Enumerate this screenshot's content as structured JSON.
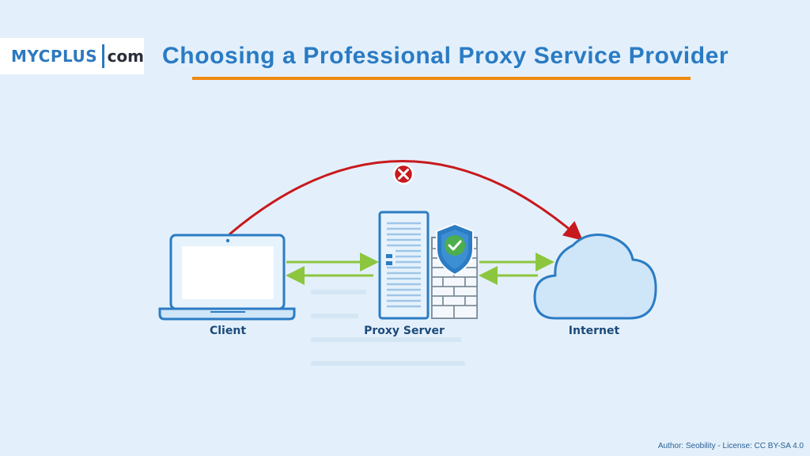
{
  "logo": {
    "part1": "MYCPLUS",
    "part2": "com"
  },
  "title": "Choosing a Professional Proxy Service Provider",
  "nodes": {
    "client": "Client",
    "proxy": "Proxy Server",
    "internet": "Internet"
  },
  "credit": "Author: Seobility - License: CC BY-SA 4.0",
  "colors": {
    "accent_blue": "#2a7bc4",
    "underline_orange": "#f08a12",
    "arrow_green": "#8cc63f",
    "blocked_red": "#c8191e",
    "shield_green": "#4cae4c"
  }
}
